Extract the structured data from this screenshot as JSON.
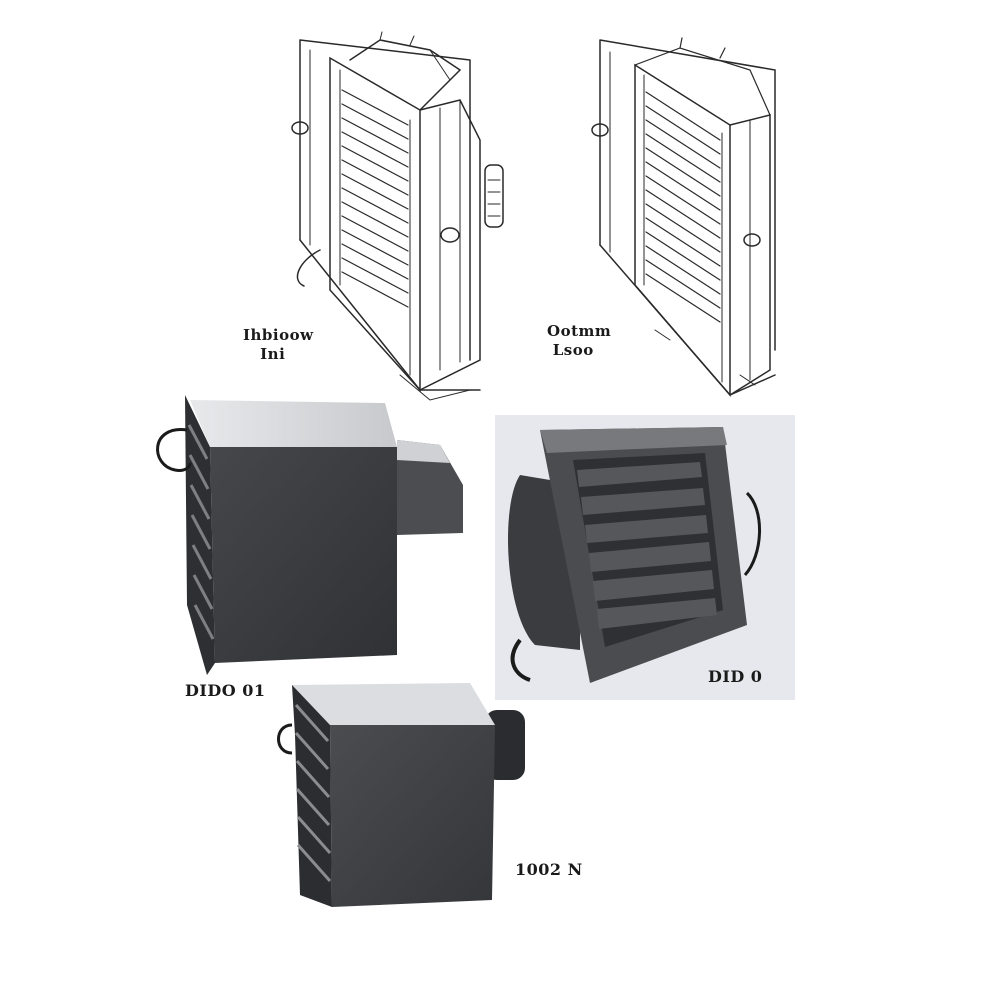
{
  "labels": {
    "sketch_1": "Ihbioow\n   Ini",
    "sketch_2": "Ootmm\n Lsoo",
    "photo_1": "DIDO 01",
    "photo_2": "DID 0",
    "photo_3": "1002 N"
  },
  "colors": {
    "sketch_line": "#2a2a2a",
    "unit_dark": "#3c3e41",
    "unit_light": "#d9dadc",
    "photo_backdrop": "#e6e8ee"
  },
  "icons": {
    "sketch_1": "louvered-fan-sketch-icon",
    "sketch_2": "louvered-shutter-sketch-icon",
    "photo_1": "hooded-exhaust-fan-icon",
    "photo_2": "wall-shutter-fan-icon",
    "photo_3": "box-exhaust-fan-icon"
  }
}
